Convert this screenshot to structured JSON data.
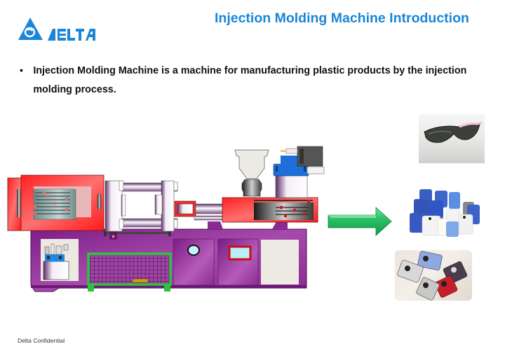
{
  "header": {
    "title": "Injection Molding Machine Introduction",
    "logo": {
      "text": "DELTA",
      "icon": "delta-triangle-logo-icon",
      "color": "#1a86d6"
    }
  },
  "body": {
    "bullets": [
      {
        "marker": "•",
        "text": "Injection Molding Machine is a machine for manufacturing plastic products by the injection molding process."
      }
    ]
  },
  "figure": {
    "machine": {
      "icon": "injection-molding-machine-illustration",
      "parts": [
        "clamping-unit",
        "mold-area",
        "tie-bars",
        "injection-unit",
        "hopper",
        "hydraulic-valve",
        "control-panel",
        "base-frame",
        "safety-guard"
      ]
    },
    "arrow": {
      "icon": "right-arrow-icon",
      "color": "#22b14c"
    },
    "products": [
      {
        "name": "safety-glasses",
        "icon": "safety-glasses-image"
      },
      {
        "name": "plastic-containers",
        "icon": "plastic-containers-image"
      },
      {
        "name": "camera-housings",
        "icon": "camera-housings-image"
      }
    ]
  },
  "colors": {
    "title": "#1a86d6",
    "machine_body": "#9a3a9e",
    "machine_red": "#f03a3a",
    "guard_green": "#2cc43c",
    "arrow_green": "#22b14c"
  },
  "footer": {
    "text": "Delta Confidential"
  }
}
